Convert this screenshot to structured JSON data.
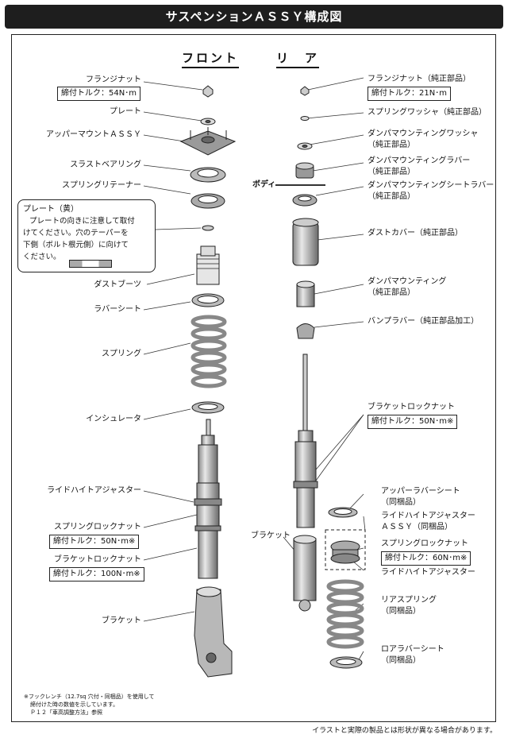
{
  "header": {
    "title": "サスペンションＡＳＳＹ構成図"
  },
  "sections": {
    "front": "フロント",
    "rear": "リ　ア"
  },
  "front": {
    "flange_nut": "フランジナット",
    "flange_torque": "締付トルク：54N･m",
    "plate": "プレート",
    "upper_mount": "アッパーマウントＡＳＳＹ",
    "thrust_bearing": "スラストベアリング",
    "spring_retainer": "スプリングリテーナー",
    "dust_boot": "ダストブーツ",
    "rubber_seat": "ラバーシート",
    "spring": "スプリング",
    "insulator": "インシュレータ",
    "ride_height_adjuster": "ライドハイトアジャスター",
    "spring_lock_nut": "スプリングロックナット",
    "spring_lock_torque": "締付トルク：50N･m※",
    "bracket_lock_nut": "ブラケットロックナット",
    "bracket_lock_torque": "締付トルク：100N･m※",
    "bracket": "ブラケット"
  },
  "note": {
    "title": "プレート（黄）",
    "l1": "プレートの向きに注意して取付",
    "l2": "けてください。穴のテーパーを",
    "l3": "下側（ボルト根元側）に向けて",
    "l4": "ください。"
  },
  "rear": {
    "flange_nut": "フランジナット（純正部品）",
    "flange_torque": "締付トルク：21N･m",
    "spring_washer": "スプリングワッシャ（純正部品）",
    "damper_washer_1": "ダンパマウンティングワッシャ",
    "damper_washer_2": "（純正部品）",
    "damper_rubber_1": "ダンパマウンティングラバー",
    "damper_rubber_2": "（純正部品）",
    "body": "ボディ",
    "seat_rubber_1": "ダンパマウンティングシートラバー",
    "seat_rubber_2": "（純正部品）",
    "dust_cover": "ダストカバー（純正部品）",
    "damper_mount_1": "ダンパマウンティング",
    "damper_mount_2": "（純正部品）",
    "bump_rubber": "バンプラバー（純正部品加工）",
    "bracket_lock_nut": "ブラケットロックナット",
    "bracket_lock_torque": "締付トルク：50N･m※",
    "upper_rubber_1": "アッパーラバーシート",
    "upper_rubber_2": "（同梱品）",
    "rha_assy_1": "ライドハイトアジャスター",
    "rha_assy_2": "ＡＳＳＹ（同梱品）",
    "spring_lock_nut": "スプリングロックナット",
    "spring_lock_torque": "締付トルク：60N･m※",
    "ride_height_adjuster": "ライドハイトアジャスター",
    "bracket": "ブラケット",
    "rear_spring_1": "リアスプリング",
    "rear_spring_2": "（同梱品）",
    "lower_rubber_1": "ロアラバーシート",
    "lower_rubber_2": "（同梱品）"
  },
  "footnote": {
    "l1": "※フックレンチ（12.7sq 穴付・同梱品）を使用して",
    "l2": "締付けた時の数値を示しています。",
    "l3": "Ｐ１２「車高調整方法」参照"
  },
  "disclaimer": "イラストと実際の製品とは形状が異なる場合があります。"
}
